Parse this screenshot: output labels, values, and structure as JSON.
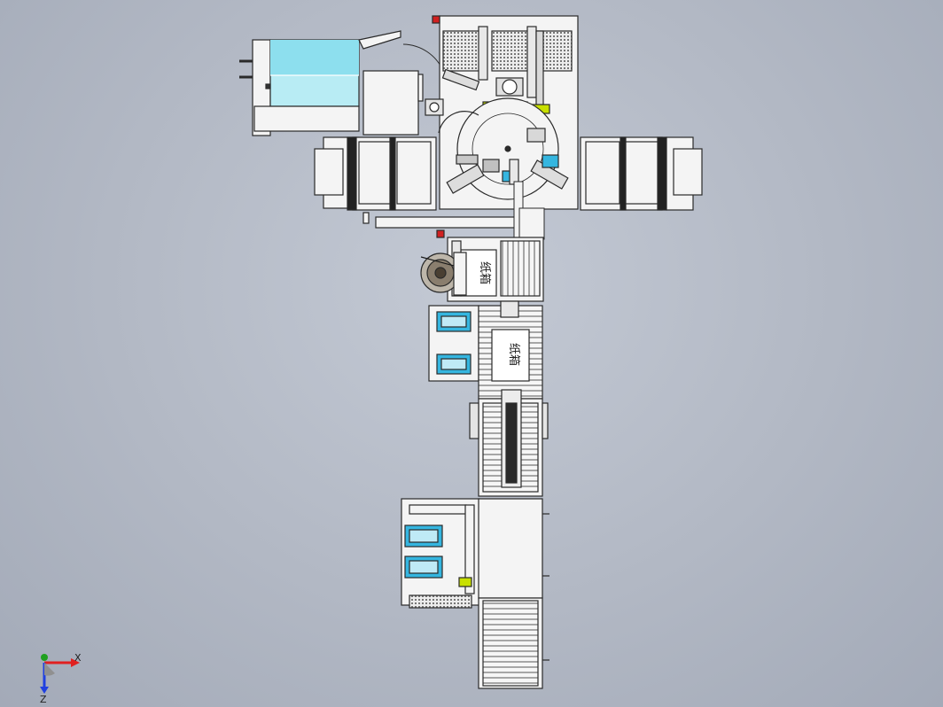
{
  "viewport": {
    "background_top": "#c3c9d4",
    "background_bottom": "#a3aab8"
  },
  "palette": {
    "frame": "#f4f4f4",
    "line": "#2a2a2a",
    "accent_blue": "#35b6e0",
    "glass": "#b8ecf4",
    "accent_green": "#c8e000",
    "marker_red": "#d02020"
  },
  "labels": {
    "box_upper": "纸箱",
    "box_lower": "纸箱"
  },
  "axis_triad": {
    "x_label": "X",
    "z_label": "Z",
    "x_color": "#e02020",
    "y_color": "#20a020",
    "z_color": "#2040e0",
    "icon": "coordinate-triad-icon"
  },
  "components": [
    {
      "name": "cooling-cabinet",
      "icon": "cabinet-icon"
    },
    {
      "name": "rotary-turntable",
      "icon": "turntable-icon"
    },
    {
      "name": "left-packing-station",
      "icon": "station-icon"
    },
    {
      "name": "right-packing-station",
      "icon": "station-icon"
    },
    {
      "name": "upper-roller-conveyor",
      "icon": "conveyor-icon"
    },
    {
      "name": "tape-reel",
      "icon": "reel-icon"
    },
    {
      "name": "carton-buffer-left",
      "icon": "carton-icon"
    },
    {
      "name": "sealing-station",
      "icon": "sealer-icon"
    },
    {
      "name": "output-workstation",
      "icon": "workstation-icon"
    },
    {
      "name": "lower-roller-conveyor",
      "icon": "conveyor-icon"
    }
  ]
}
